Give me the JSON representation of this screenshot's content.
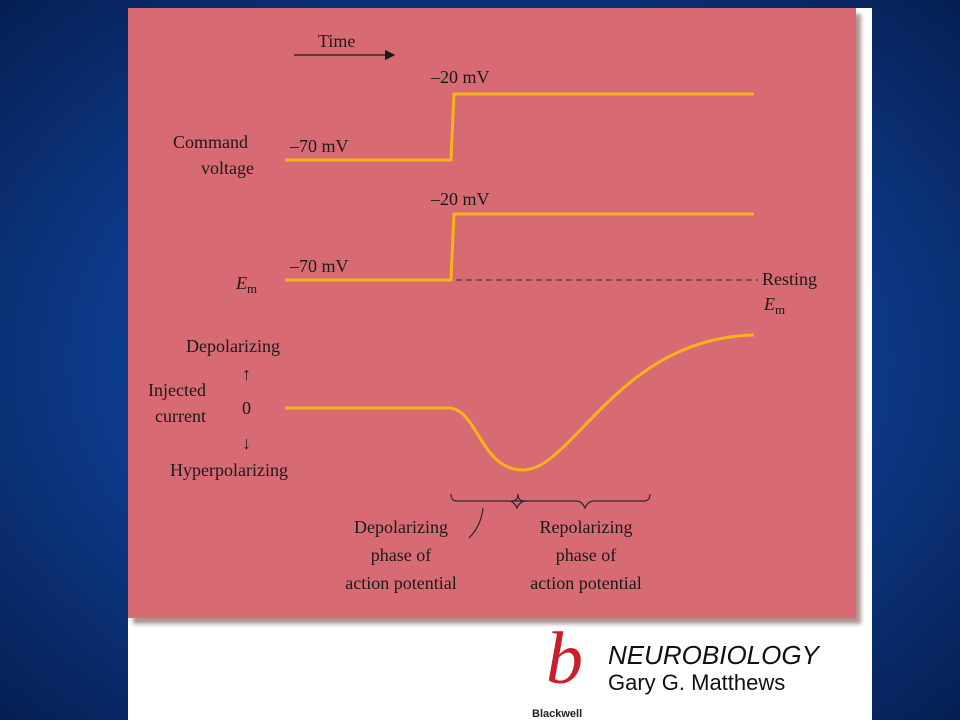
{
  "time_label": "Time",
  "command_voltage": {
    "label_line1": "Command",
    "label_line2": "voltage",
    "low": "–70 mV",
    "high": "–20 mV"
  },
  "membrane_potential": {
    "label": "E",
    "label_sub": "m",
    "low": "–70 mV",
    "high": "–20 mV",
    "resting_line1": "Resting",
    "resting_em": "E",
    "resting_em_sub": "m"
  },
  "injected_current": {
    "depolarizing": "Depolarizing",
    "label_line1": "Injected",
    "label_line2": "current",
    "zero": "0",
    "hyperpolarizing": "Hyperpolarizing",
    "up_arrow": "↑",
    "down_arrow": "↓"
  },
  "phases": {
    "depolarizing": [
      "Depolarizing",
      "phase of",
      "action potential"
    ],
    "repolarizing": [
      "Repolarizing",
      "phase of",
      "action potential"
    ]
  },
  "branding": {
    "title": "NEUROBIOLOGY",
    "author": "Gary G. Matthews",
    "logo_letter": "b",
    "logo_word": "Blackwell"
  },
  "colors": {
    "panel": "#d86a74",
    "trace": "#f6b41a",
    "background": "#0d3a8a"
  }
}
